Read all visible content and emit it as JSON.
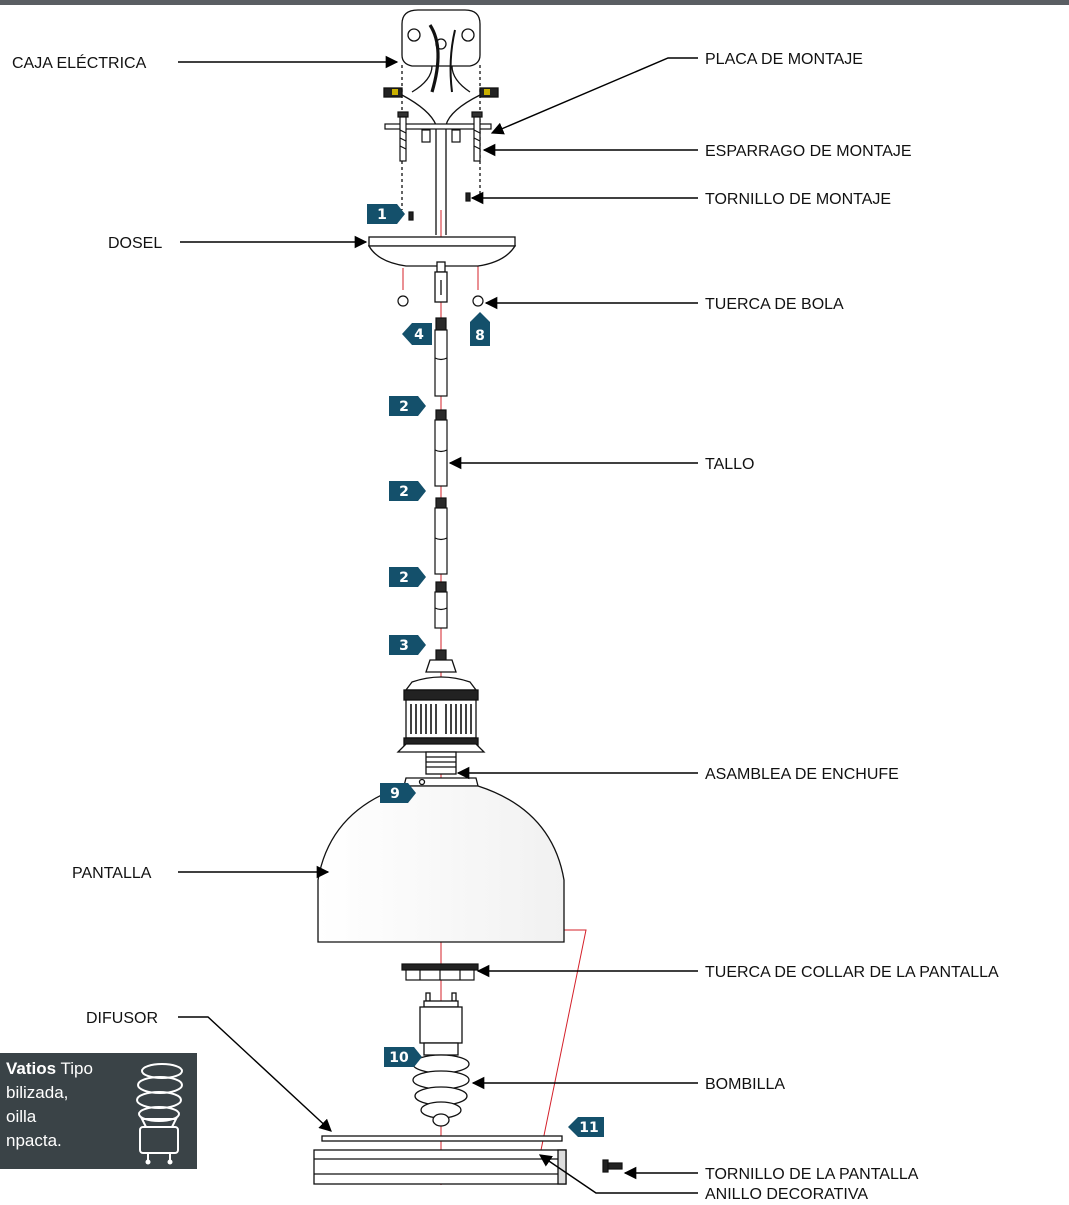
{
  "labels": {
    "caja_electrica": "CAJA ELÉCTRICA",
    "placa_montaje": "PLACA DE MONTAJE",
    "esparrago_montaje": "ESPARRAGO DE MONTAJE",
    "tornillo_montaje": "TORNILLO DE MONTAJE",
    "dosel": "DOSEL",
    "tuerca_bola": "TUERCA DE BOLA",
    "tallo": "TALLO",
    "asamblea_enchufe": "ASAMBLEA DE ENCHUFE",
    "pantalla": "PANTALLA",
    "tuerca_collar": "TUERCA DE COLLAR DE LA PANTALLA",
    "difusor": "DIFUSOR",
    "bombilla": "BOMBILLA",
    "tornillo_pantalla": "TORNILLO DE LA PANTALLA",
    "anillo_decorativa": "ANILLO DECORATIVA"
  },
  "steps": {
    "s1": "1",
    "s2a": "2",
    "s2b": "2",
    "s2c": "2",
    "s3": "3",
    "s4": "4",
    "s8": "8",
    "s9": "9",
    "s10": "10",
    "s11": "11"
  },
  "note": {
    "bold": "Vatios",
    "line1": " Tipo",
    "line2": "bilizada,",
    "line3": "oilla",
    "line4": "npacta.",
    "icon": "cfl-bulb-icon"
  },
  "colors": {
    "badge": "#14506b",
    "centerline": "#d4202a",
    "note_bg": "#3a4347"
  }
}
